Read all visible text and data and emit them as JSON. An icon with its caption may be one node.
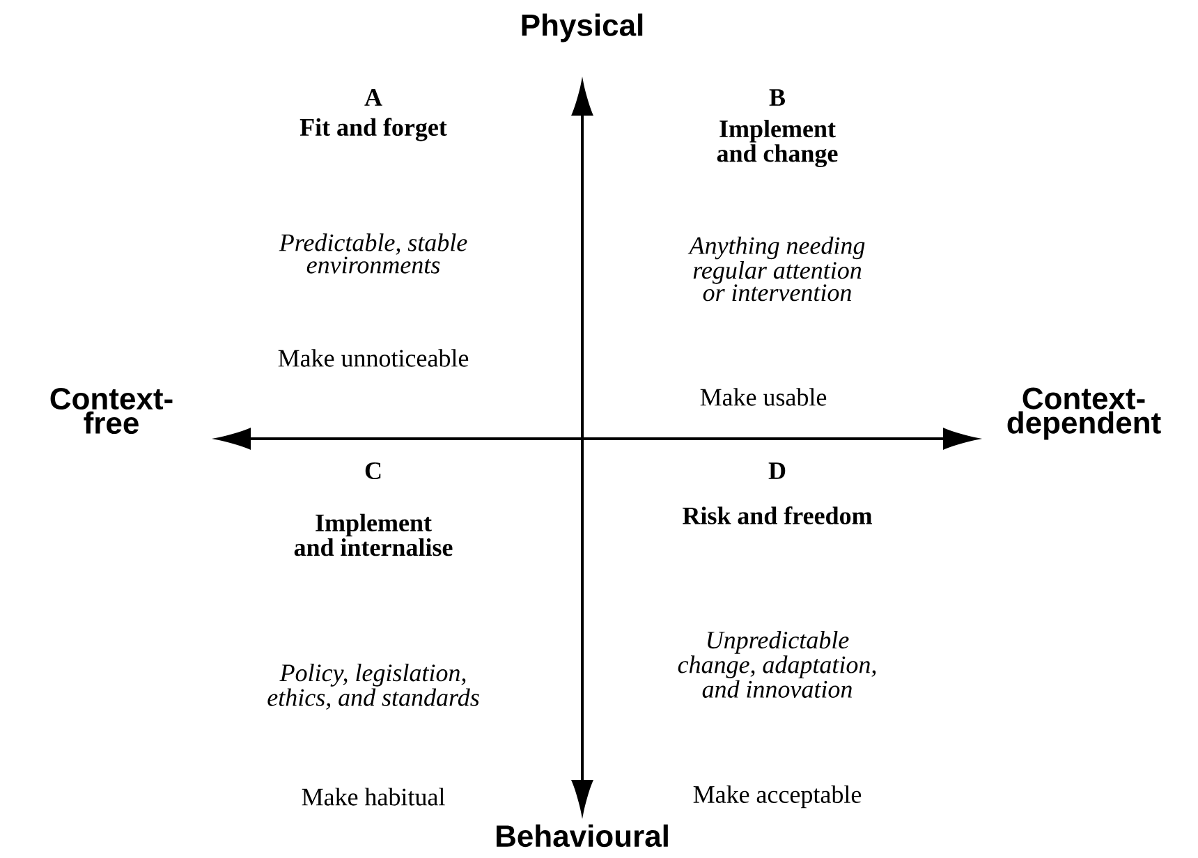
{
  "diagram": {
    "labels": [
      "Physical",
      "A",
      "Fit and forget",
      "B",
      "Implement and change",
      "*Predictable, stable environments*",
      "*Anything needing regular attention or intervention*",
      "Make unnoticeable",
      "Context-free",
      "Make usable",
      "Context-dependent",
      "C",
      "D",
      "Implement and internalise",
      "Risk and freedom",
      "*Policy, legislation, ethics, and standards*",
      "*Unpredictable change, adaptation, and innovation*",
      "Make habitual",
      "Make acceptable",
      "Behavioural"
    ]
  }
}
